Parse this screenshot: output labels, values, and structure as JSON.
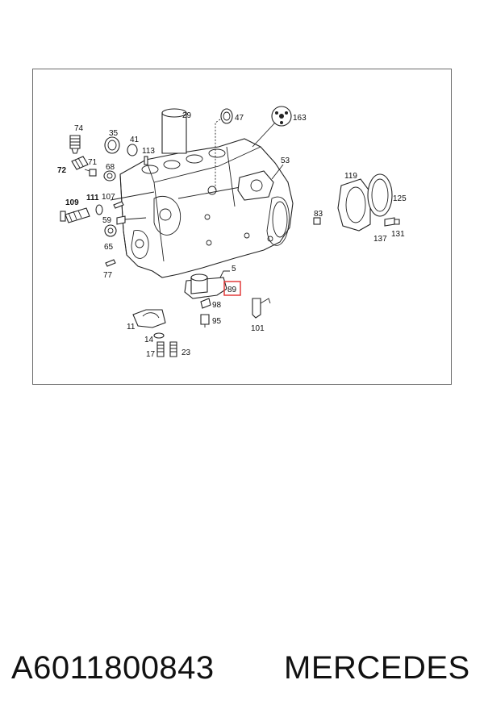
{
  "diagram": {
    "labels": {
      "l29": "29",
      "l47": "47",
      "l163": "163",
      "l74": "74",
      "l35": "35",
      "l41": "41",
      "l113": "113",
      "l71": "71",
      "l72": "72",
      "l68": "68",
      "l53": "53",
      "l119": "119",
      "l125": "125",
      "l109": "109",
      "l111": "111",
      "l107": "107",
      "l59": "59",
      "l83": "83",
      "l137": "137",
      "l131": "131",
      "l65": "65",
      "l77": "77",
      "l5": "5",
      "l89": "89",
      "l98": "98",
      "l95": "95",
      "l11": "11",
      "l101": "101",
      "l14": "14",
      "l17": "17",
      "l23": "23"
    },
    "highlighted_label": "89",
    "highlight_color": "#e23b3b"
  },
  "footer": {
    "part_number": "A6011800843",
    "brand": "MERCEDES"
  }
}
